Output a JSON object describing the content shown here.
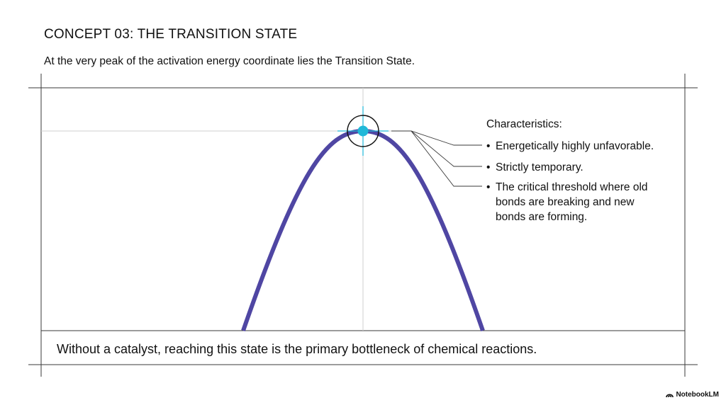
{
  "header": {
    "title": "CONCEPT 03: THE TRANSITION STATE",
    "subtitle": "At the very peak of the activation energy coordinate lies the Transition State."
  },
  "callout": {
    "heading": "Characteristics:",
    "items": [
      "Energetically highly unfavorable.",
      "Strictly temporary.",
      "The critical threshold where old bonds are breaking and new bonds are forming."
    ]
  },
  "footer": {
    "text": "Without a catalyst, reaching this state is the primary bottleneck of chemical reactions."
  },
  "branding": {
    "name": "NotebookLM"
  },
  "colors": {
    "curve": "#4f46a3",
    "marker": "#1fb8d8",
    "guide": "#cfcfcf",
    "frame": "#3a3a3a"
  },
  "icons": {
    "brand": "notebooklm-logo-icon",
    "peak": "crosshair-target-icon"
  }
}
